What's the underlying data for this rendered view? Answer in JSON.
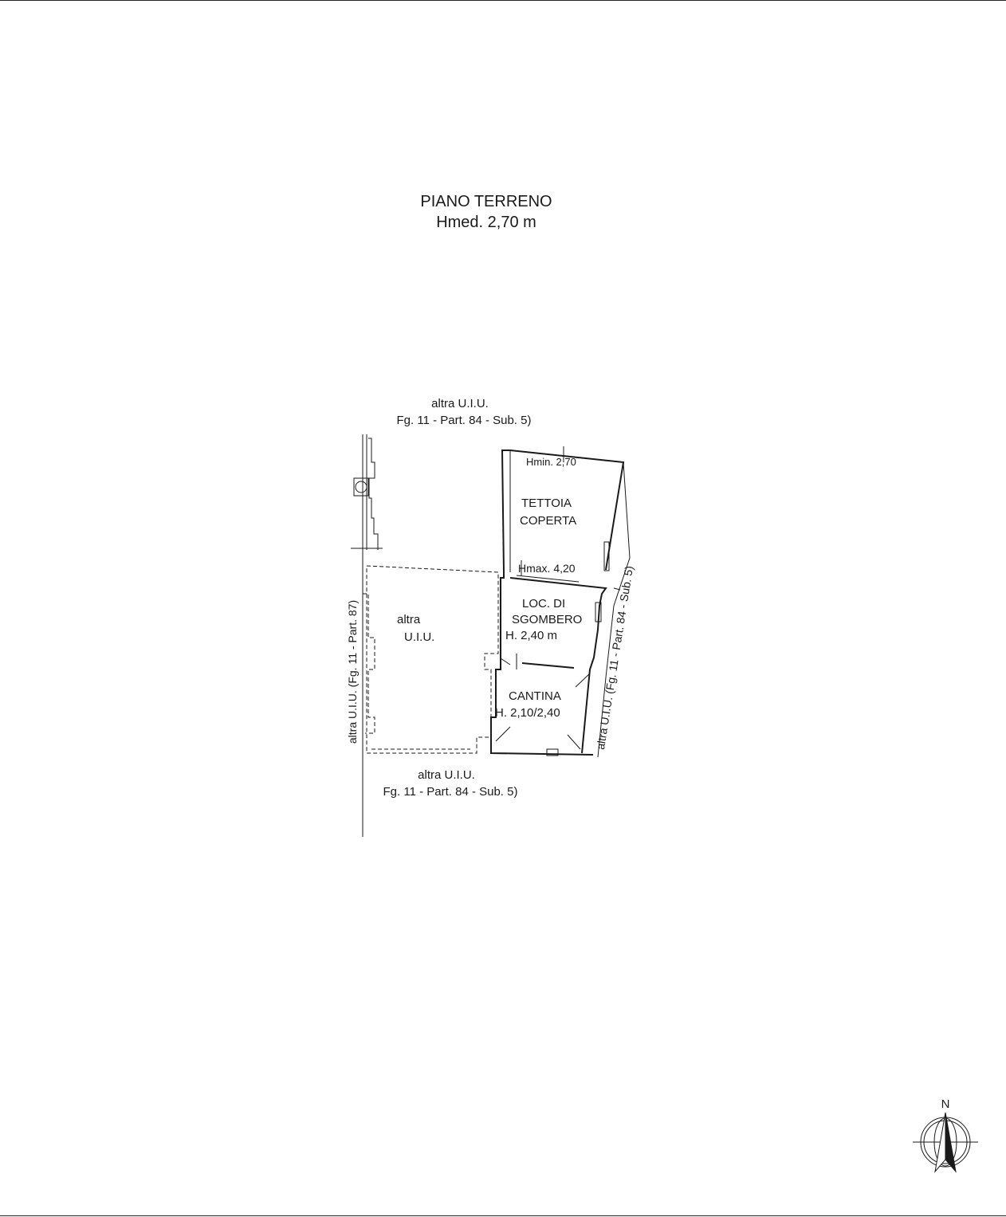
{
  "title": {
    "line1": "PIANO TERRENO",
    "line2": "Hmed. 2,70 m"
  },
  "boundaries": {
    "top": {
      "line1": "altra U.I.U.",
      "line2": "Fg. 11 - Part. 84 - Sub. 5)"
    },
    "bottom": {
      "line1": "altra U.I.U.",
      "line2": "Fg. 11 - Part. 84 - Sub. 5)"
    },
    "left": "altra U.I.U. (Fg. 11 - Part. 87)",
    "right": "altra U.I.U. (Fg. 11 - Part. 84 - Sub. 5)"
  },
  "rooms": {
    "altra_uiu": {
      "line1": "altra",
      "line2": "U.I.U."
    },
    "tettoia": {
      "line1": "TETTOIA",
      "line2": "COPERTA",
      "hmin": "Hmin. 2,70",
      "hmax": "Hmax. 4,20"
    },
    "sgombero": {
      "line1": "LOC. DI",
      "line2": "SGOMBERO",
      "height": "H. 2,40 m"
    },
    "cantina": {
      "line1": "CANTINA",
      "height": "H. 2,10/2,40"
    }
  },
  "compass": {
    "label": "N",
    "icon": "north-arrow-icon"
  },
  "colors": {
    "ink": "#1a1a1a",
    "background": "#ffffff"
  }
}
